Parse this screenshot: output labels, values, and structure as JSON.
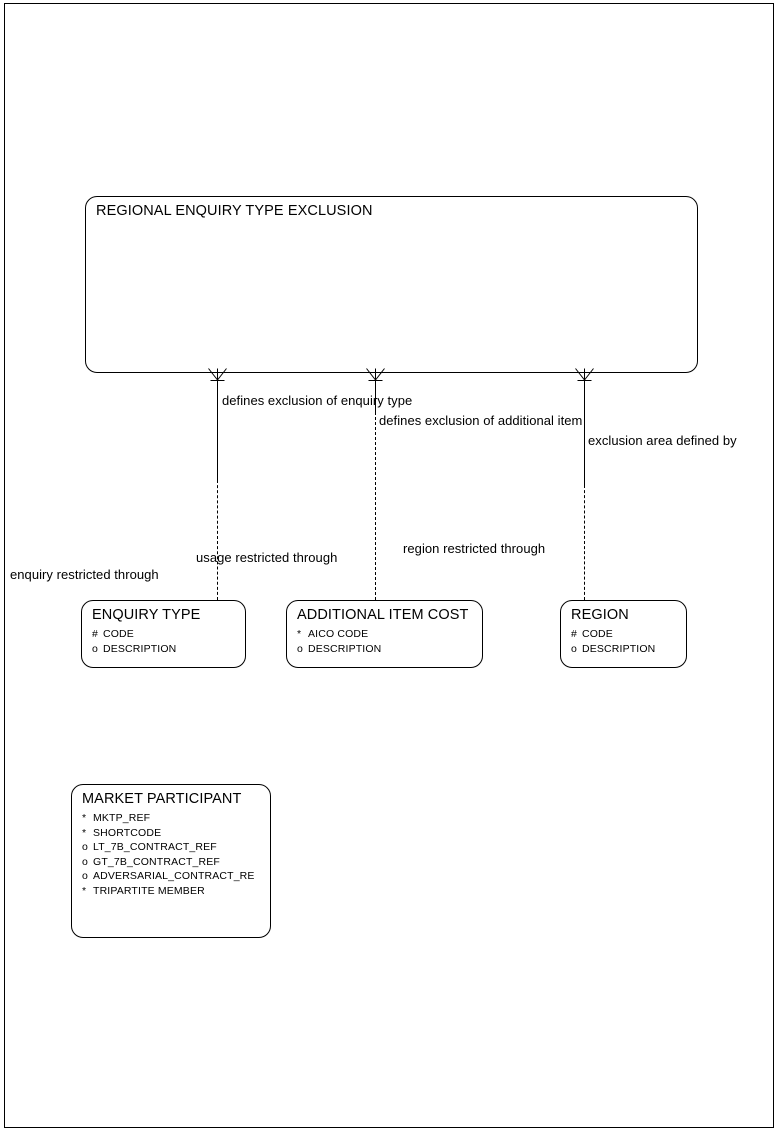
{
  "diagram": {
    "type": "entity-relationship",
    "title": "REGIONAL ENQUIRY TYPE EXCLUSION",
    "entities": [
      {
        "id": "regional-enquiry-type-exclusion",
        "name": "REGIONAL ENQUIRY TYPE EXCLUSION",
        "attributes": []
      },
      {
        "id": "enquiry-type",
        "name": "ENQUIRY TYPE",
        "attributes": [
          {
            "marker": "#",
            "label": "CODE"
          },
          {
            "marker": "o",
            "label": "DESCRIPTION"
          }
        ]
      },
      {
        "id": "additional-item-cost",
        "name": "ADDITIONAL ITEM COST",
        "attributes": [
          {
            "marker": "*",
            "label": "AICO CODE"
          },
          {
            "marker": "o",
            "label": "DESCRIPTION"
          }
        ]
      },
      {
        "id": "region",
        "name": "REGION",
        "attributes": [
          {
            "marker": "#",
            "label": "CODE"
          },
          {
            "marker": "o",
            "label": "DESCRIPTION"
          }
        ]
      },
      {
        "id": "market-participant",
        "name": "MARKET PARTICIPANT",
        "attributes": [
          {
            "marker": "*",
            "label": "MKTP_REF"
          },
          {
            "marker": "*",
            "label": "SHORTCODE"
          },
          {
            "marker": "o",
            "label": "LT_7B_CONTRACT_REF"
          },
          {
            "marker": "o",
            "label": "GT_7B_CONTRACT_REF"
          },
          {
            "marker": "o",
            "label": "ADVERSARIAL_CONTRACT_RE"
          },
          {
            "marker": "*",
            "label": "TRIPARTITE MEMBER"
          }
        ]
      }
    ],
    "relationships": [
      {
        "id": "rel-enquiry-type",
        "top_label": "defines exclusion of enquiry type",
        "bottom_label": "enquiry restricted through"
      },
      {
        "id": "rel-additional-item",
        "top_label": "defines exclusion of additional item",
        "bottom_label": "usage restricted through"
      },
      {
        "id": "rel-region",
        "top_label": "exclusion area defined by",
        "bottom_label": "region restricted through"
      }
    ]
  }
}
